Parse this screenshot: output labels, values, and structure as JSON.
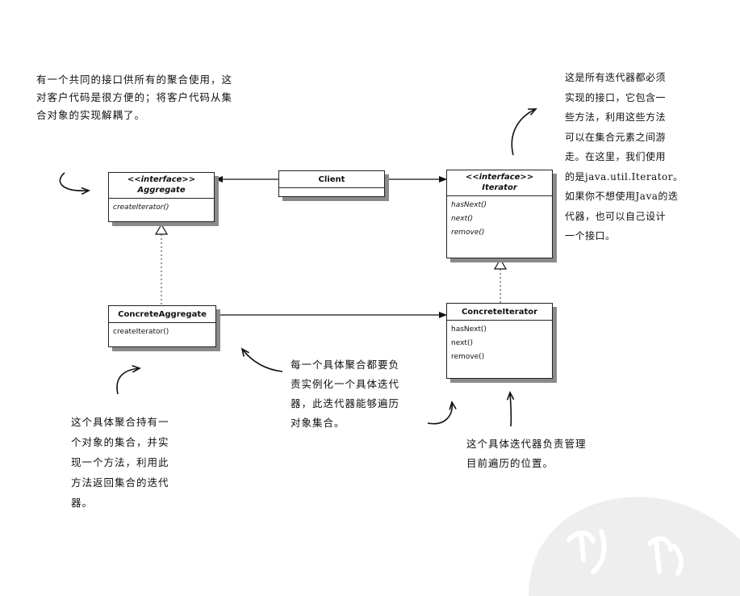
{
  "classes": {
    "aggregate": {
      "stereotype": "<<interface>>",
      "name": "Aggregate",
      "operations": [
        "createIterator()"
      ]
    },
    "client": {
      "name": "Client"
    },
    "iterator": {
      "stereotype": "<<interface>>",
      "name": "Iterator",
      "operations": [
        "hasNext()",
        "next()",
        "remove()"
      ]
    },
    "concrete_aggregate": {
      "name": "ConcreteAggregate",
      "operations": [
        "createIterator()"
      ]
    },
    "concrete_iterator": {
      "name": "ConcreteIterator",
      "operations": [
        "hasNext()",
        "next()",
        "remove()"
      ]
    }
  },
  "notes": {
    "aggregate_note": [
      "有一个共同的接口供所有的聚合使用，这",
      "对客户代码是很方便的；将客户代码从集",
      "合对象的实现解耦了。"
    ],
    "iterator_note": [
      "这是所有迭代器都必须",
      "实现的接口，它包含一",
      "些方法，利用这些方法",
      "可以在集合元素之间游",
      "走。在这里，我们使用",
      "的是java.util.Iterator。",
      "如果你不想使用Java的迭",
      "代器，也可以自己设计",
      "一个接口。"
    ],
    "create_note": [
      "每一个具体聚合都要负",
      "责实例化一个具体迭代",
      "器，此迭代器能够遍历",
      "对象集合。"
    ],
    "concrete_aggregate_note": [
      "这个具体聚合持有一",
      "个对象的集合，并实",
      "现一个方法，利用此",
      "方法返回集合的迭代",
      "器。"
    ],
    "concrete_iterator_note": [
      "这个具体迭代器负责管理",
      "目前遍历的位置。"
    ]
  }
}
